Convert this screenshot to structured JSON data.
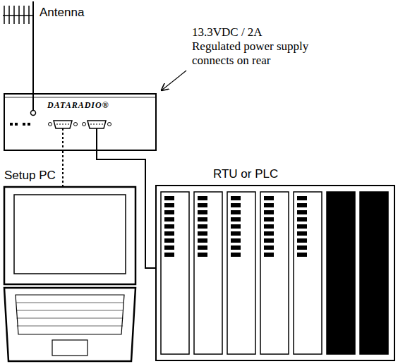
{
  "diagram": {
    "nodes": [
      {
        "text": [
          "Antenna"
        ]
      },
      {
        "text": [
          "DATARADIO®"
        ]
      },
      {
        "text": [
          "Setup PC"
        ]
      },
      {
        "text": [
          "RTU or PLC"
        ]
      }
    ],
    "edges": [
      {
        "from": 0,
        "to": 1,
        "arrow": "none"
      },
      {
        "from": 1,
        "to": 2,
        "arrow": "none"
      },
      {
        "from": 1,
        "to": 3,
        "arrow": "none"
      }
    ],
    "labels": [
      "13.3VDC / 2A Regulated power supply connects on rear"
    ]
  }
}
